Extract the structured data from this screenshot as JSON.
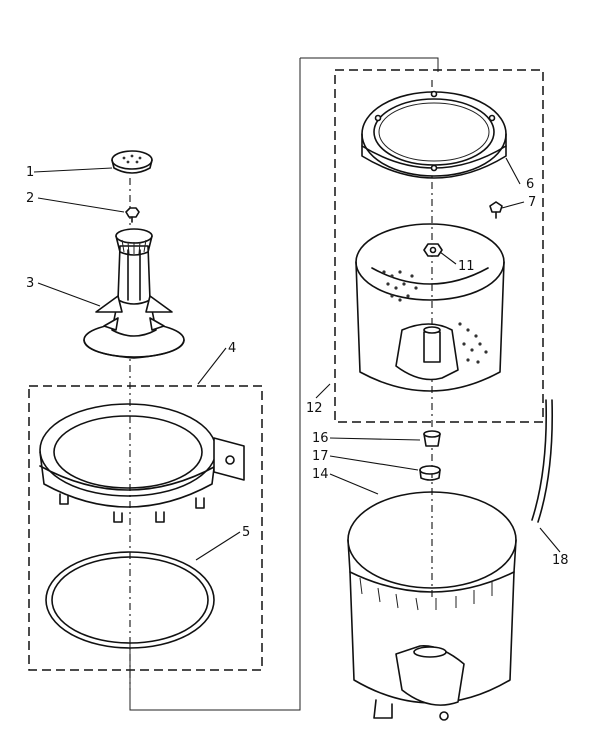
{
  "diagram": {
    "callouts": {
      "c1": "1",
      "c2": "2",
      "c3": "3",
      "c4": "4",
      "c5": "5",
      "c6": "6",
      "c7": "7",
      "c11": "11",
      "c12": "12",
      "c14": "14",
      "c16": "16",
      "c17": "17",
      "c18": "18"
    }
  }
}
